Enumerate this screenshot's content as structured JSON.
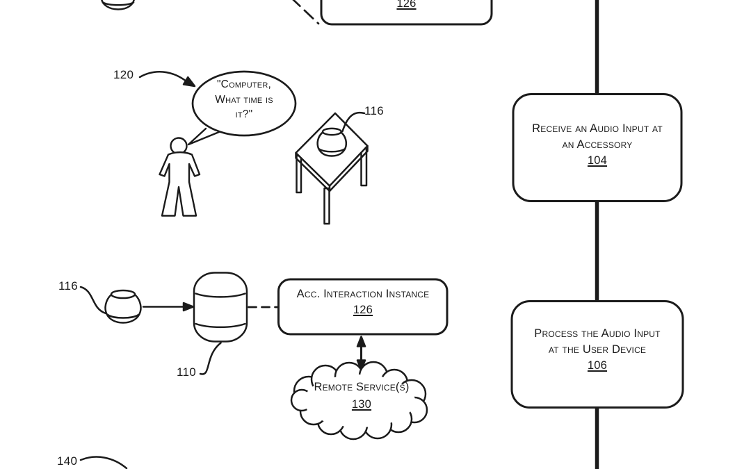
{
  "figure": {
    "colors": {
      "ink": "#1b1b1b",
      "paper": "#ffffff"
    },
    "top_box": {
      "ref": "126"
    },
    "scene": {
      "bubble_ref": "120",
      "bubble": {
        "line1": "\"Computer,",
        "line2": "What time is",
        "line3": "it?\""
      },
      "table_speaker_ref": "116",
      "mid_speaker_ref": "116",
      "user_device_ref": "110",
      "bottom_ref": "140"
    },
    "acc_box": {
      "title": "Acc. Interaction Instance",
      "ref": "126"
    },
    "cloud": {
      "title": "Remote Service(s)",
      "ref": "130"
    },
    "flow": {
      "step1": {
        "line1": "Receive an Audio Input at",
        "line2": "an Accessory",
        "ref": "104"
      },
      "step2": {
        "line1": "Process the Audio Input",
        "line2": "at the User Device",
        "ref": "106"
      }
    }
  }
}
